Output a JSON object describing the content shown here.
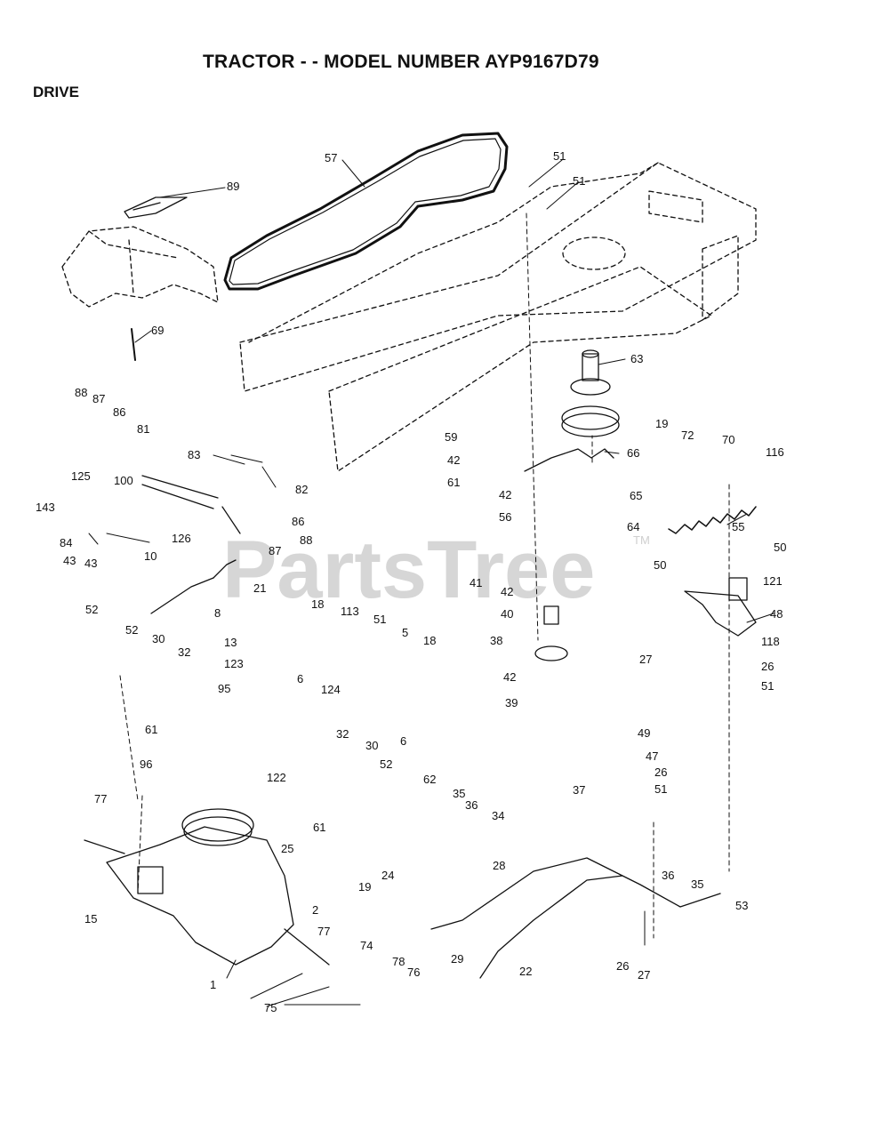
{
  "header": {
    "title": "TRACTOR - - MODEL NUMBER AYP9167D79",
    "section": "DRIVE"
  },
  "watermark": {
    "text": "PartsTree",
    "tm": "TM"
  },
  "part_labels": [
    "57",
    "51",
    "51",
    "89",
    "69",
    "63",
    "19",
    "72",
    "70",
    "116",
    "88",
    "87",
    "86",
    "81",
    "83",
    "82",
    "59",
    "42",
    "61",
    "66",
    "42",
    "56",
    "65",
    "125",
    "100",
    "143",
    "86",
    "84",
    "43",
    "43",
    "126",
    "88",
    "87",
    "64",
    "55",
    "10",
    "21",
    "8",
    "41",
    "50",
    "50",
    "121",
    "48",
    "42",
    "40",
    "52",
    "52",
    "30",
    "32",
    "18",
    "113",
    "51",
    "5",
    "18",
    "13",
    "123",
    "95",
    "6",
    "124",
    "38",
    "118",
    "27",
    "26",
    "51",
    "42",
    "39",
    "61",
    "6",
    "49",
    "47",
    "26",
    "51",
    "32",
    "30",
    "62",
    "35",
    "36",
    "34",
    "52",
    "96",
    "122",
    "77",
    "61",
    "37",
    "25",
    "19",
    "24",
    "28",
    "36",
    "35",
    "2",
    "15",
    "77",
    "53",
    "74",
    "29",
    "22",
    "26",
    "27",
    "78",
    "76",
    "1",
    "75"
  ]
}
